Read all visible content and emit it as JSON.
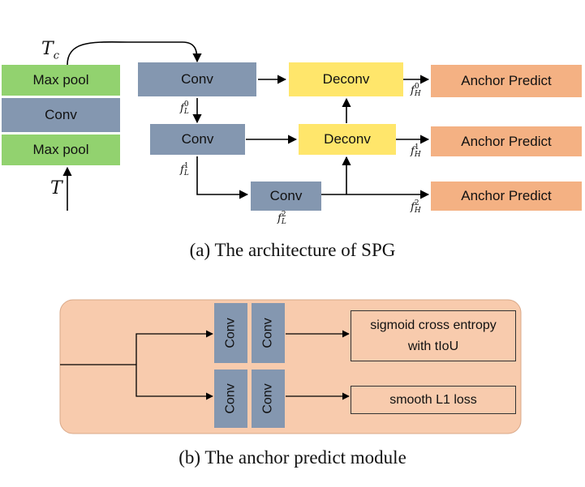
{
  "part_a": {
    "input_stack": [
      "Max pool",
      "Conv",
      "Max pool"
    ],
    "conv_label": "Conv",
    "deconv_label": "Deconv",
    "anchor_label": "Anchor Predict",
    "tc_symbol": "T",
    "tc_sub": "c",
    "t_symbol": "T",
    "f_symbol": "f",
    "low_sub": "L",
    "high_sub": "H",
    "levels": [
      "0",
      "1",
      "2"
    ],
    "caption": "(a) The architecture of SPG"
  },
  "part_b": {
    "conv_label": "Conv",
    "outputs": [
      "sigmoid cross entropy with tIoU",
      "smooth L1 loss"
    ],
    "caption": "(b) The anchor predict module"
  },
  "colors": {
    "maxpool": "#92d26f",
    "conv": "#8497b0",
    "deconv": "#ffe66b",
    "anchor": "#f4b183",
    "module_bg": "#f8cbad"
  }
}
